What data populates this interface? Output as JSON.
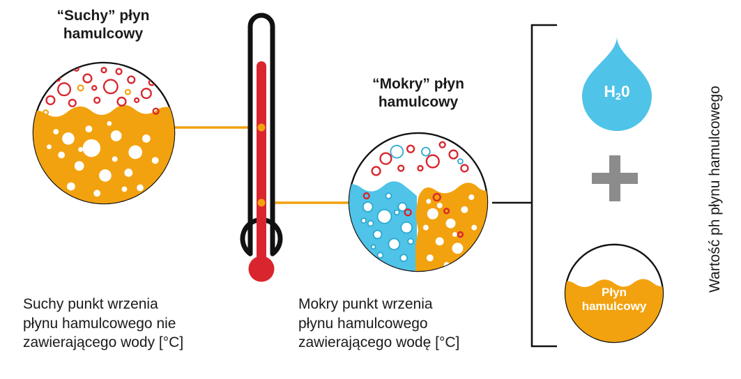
{
  "diagram": {
    "dry_section": {
      "title": "“Suchy” płyn\nhamulcowy",
      "caption": "Suchy punkt wrzenia\npłynu hamulcowego nie\nzawierającego wody [°C]"
    },
    "wet_section": {
      "title": "“Mokry” płyn\nhamulcowy",
      "caption": "Mokry punkt wrzenia\npłynu hamulcowego\nzawierającego wodę [°C]"
    },
    "legend": {
      "water_formula": {
        "h": "H",
        "sub": "2",
        "o": "0"
      },
      "brake_fluid_label": "Płyn\nhamulcowy",
      "side_label": "Wartość ph płynu hamulcowego"
    },
    "colors": {
      "orange": "#F2A20F",
      "red": "#D9262E",
      "blue": "#4FC3E8",
      "teal": "#2AA8D0",
      "gray": "#8C8C8C",
      "ink": "#1A1A1A"
    }
  }
}
